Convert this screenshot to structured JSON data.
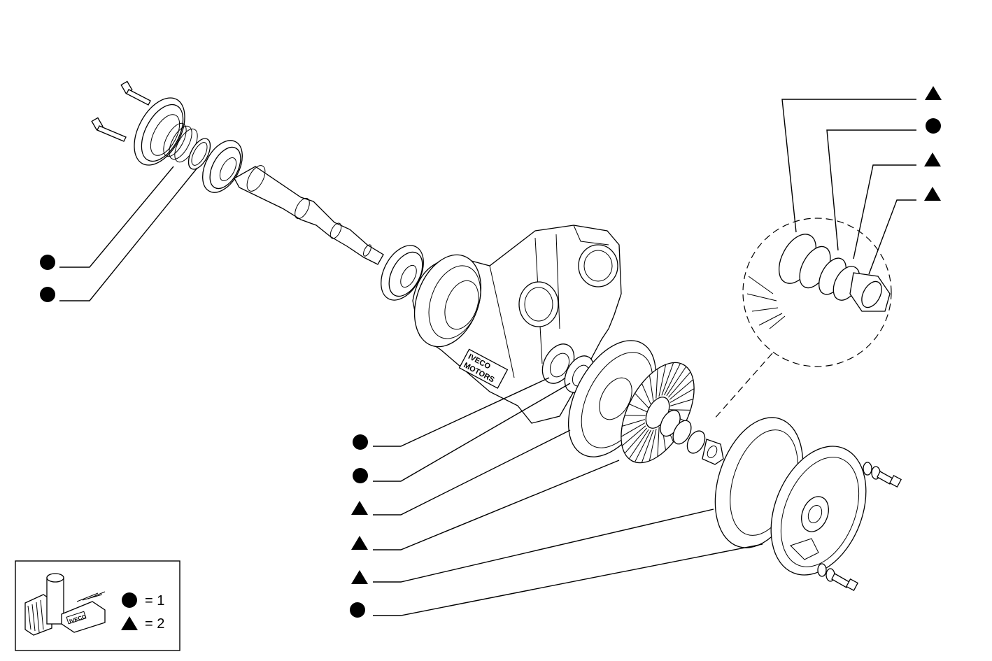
{
  "diagram": {
    "housing_logo": {
      "line1": "IVECO",
      "line2": "MOTORS"
    },
    "callouts": [
      {
        "id": "c1",
        "marker": "circle"
      },
      {
        "id": "c2",
        "marker": "circle"
      },
      {
        "id": "c3",
        "marker": "circle"
      },
      {
        "id": "c4",
        "marker": "circle"
      },
      {
        "id": "c5",
        "marker": "triangle"
      },
      {
        "id": "c6",
        "marker": "triangle"
      },
      {
        "id": "c7",
        "marker": "triangle"
      },
      {
        "id": "c8",
        "marker": "circle"
      },
      {
        "id": "c9",
        "marker": "triangle"
      },
      {
        "id": "c10",
        "marker": "circle"
      },
      {
        "id": "c11",
        "marker": "triangle"
      },
      {
        "id": "c12",
        "marker": "triangle"
      }
    ],
    "legend": {
      "items": [
        {
          "marker": "circle",
          "text": "= 1"
        },
        {
          "marker": "triangle",
          "text": "= 2"
        }
      ],
      "box_logo": "IVECO"
    }
  }
}
